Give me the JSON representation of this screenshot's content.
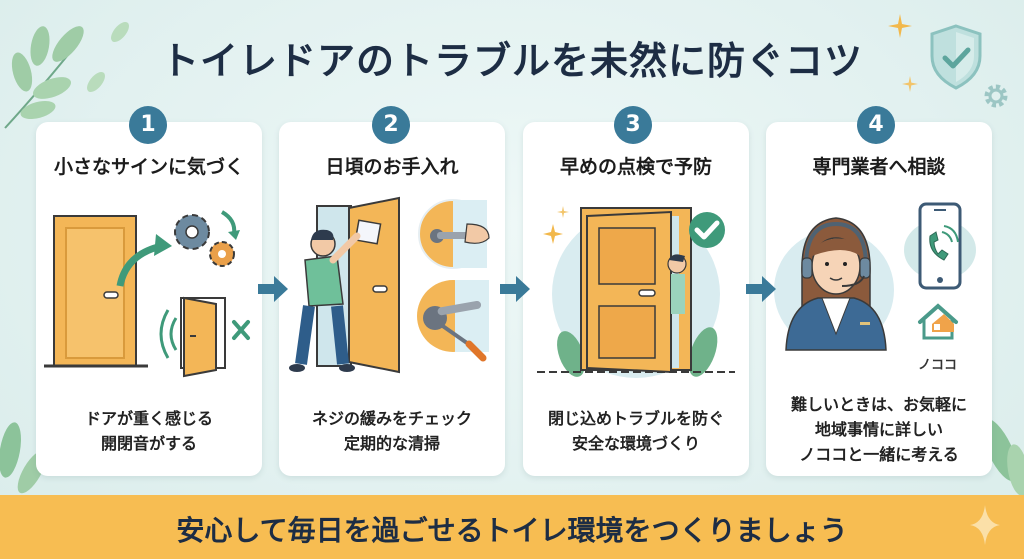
{
  "title": "トイレドアのトラブルを未然に防ぐコツ",
  "steps": [
    {
      "number": "1",
      "title": "小さなサインに気づく",
      "desc": [
        "ドアが重く感じる",
        "開閉音がする"
      ],
      "illustration": "door-with-gears-icon"
    },
    {
      "number": "2",
      "title": "日頃のお手入れ",
      "desc": [
        "ネジの緩みをチェック",
        "定期的な清掃"
      ],
      "illustration": "person-cleaning-door-icon"
    },
    {
      "number": "3",
      "title": "早めの点検で予防",
      "desc": [
        "閉じ込めトラブルを防ぐ",
        "安全な環境づくり"
      ],
      "illustration": "safe-door-check-icon"
    },
    {
      "number": "4",
      "title": "専門業者へ相談",
      "desc": [
        "難しいときは、お気軽に",
        "地域事情に詳しい",
        "ノココと一緒に考える"
      ],
      "illustration": "support-operator-icon",
      "brand": "ノココ"
    }
  ],
  "footer": "安心して毎日を過ごせるトイレ環境をつくりましょう",
  "colors": {
    "background": "#e4f2f1",
    "badge": "#3a7a99",
    "door": "#f3b657",
    "accent_green": "#3f9a7a",
    "footer": "#f7bd52",
    "title": "#1d2d44"
  }
}
